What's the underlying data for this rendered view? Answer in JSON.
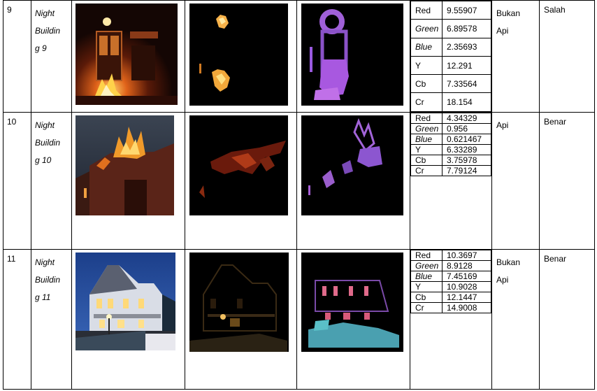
{
  "rows": [
    {
      "no": "9",
      "name_lines": [
        "Night",
        "Buildin",
        "g 9"
      ],
      "values": [
        {
          "label": "Red",
          "italic": false,
          "value": "9.55907"
        },
        {
          "label": "Green",
          "italic": true,
          "value": "6.89578"
        },
        {
          "label": "Blue",
          "italic": true,
          "value": "2.35693"
        },
        {
          "label": "Y",
          "italic": false,
          "value": "12.291"
        },
        {
          "label": "Cb",
          "italic": false,
          "value": "7.33564"
        },
        {
          "label": "Cr",
          "italic": false,
          "value": "18.154"
        }
      ],
      "ket_lines": [
        "Bukan",
        "Api"
      ],
      "result": "Salah"
    },
    {
      "no": "10",
      "name_lines": [
        "Night",
        "Buildin",
        "g 10"
      ],
      "values": [
        {
          "label": "Red",
          "italic": false,
          "value": "4.34329"
        },
        {
          "label": "Green",
          "italic": true,
          "value": "0.956"
        },
        {
          "label": "Blue",
          "italic": true,
          "value": "0.621467"
        },
        {
          "label": "Y",
          "italic": false,
          "value": "6.33289"
        },
        {
          "label": "Cb",
          "italic": false,
          "value": "3.75978"
        },
        {
          "label": "Cr",
          "italic": false,
          "value": "7.79124"
        }
      ],
      "ket_lines": [
        "Api"
      ],
      "result": "Benar"
    },
    {
      "no": "11",
      "name_lines": [
        "Night",
        "Buildin",
        "g 11"
      ],
      "values": [
        {
          "label": "Red",
          "italic": false,
          "value": "10.3697"
        },
        {
          "label": "Green",
          "italic": true,
          "value": "8.9128"
        },
        {
          "label": "Blue",
          "italic": true,
          "value": "7.45169"
        },
        {
          "label": "Y",
          "italic": false,
          "value": "10.9028"
        },
        {
          "label": "Cb",
          "italic": false,
          "value": "12.1447"
        },
        {
          "label": "Cr",
          "italic": false,
          "value": "14.9008"
        }
      ],
      "ket_lines": [
        "Bukan",
        "Api"
      ],
      "result": "Benar"
    }
  ]
}
